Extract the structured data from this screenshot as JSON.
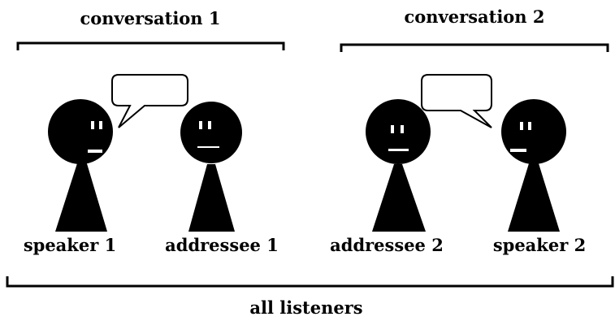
{
  "conversations": [
    {
      "label": "conversation 1"
    },
    {
      "label": "conversation 2"
    }
  ],
  "people": [
    {
      "label": "speaker 1",
      "role": "speaker"
    },
    {
      "label": "addressee 1",
      "role": "addressee"
    },
    {
      "label": "addressee 2",
      "role": "addressee"
    },
    {
      "label": "speaker 2",
      "role": "speaker"
    }
  ],
  "group": {
    "label": "all listeners"
  },
  "colors": {
    "figure": "#000000",
    "background": "#ffffff"
  }
}
